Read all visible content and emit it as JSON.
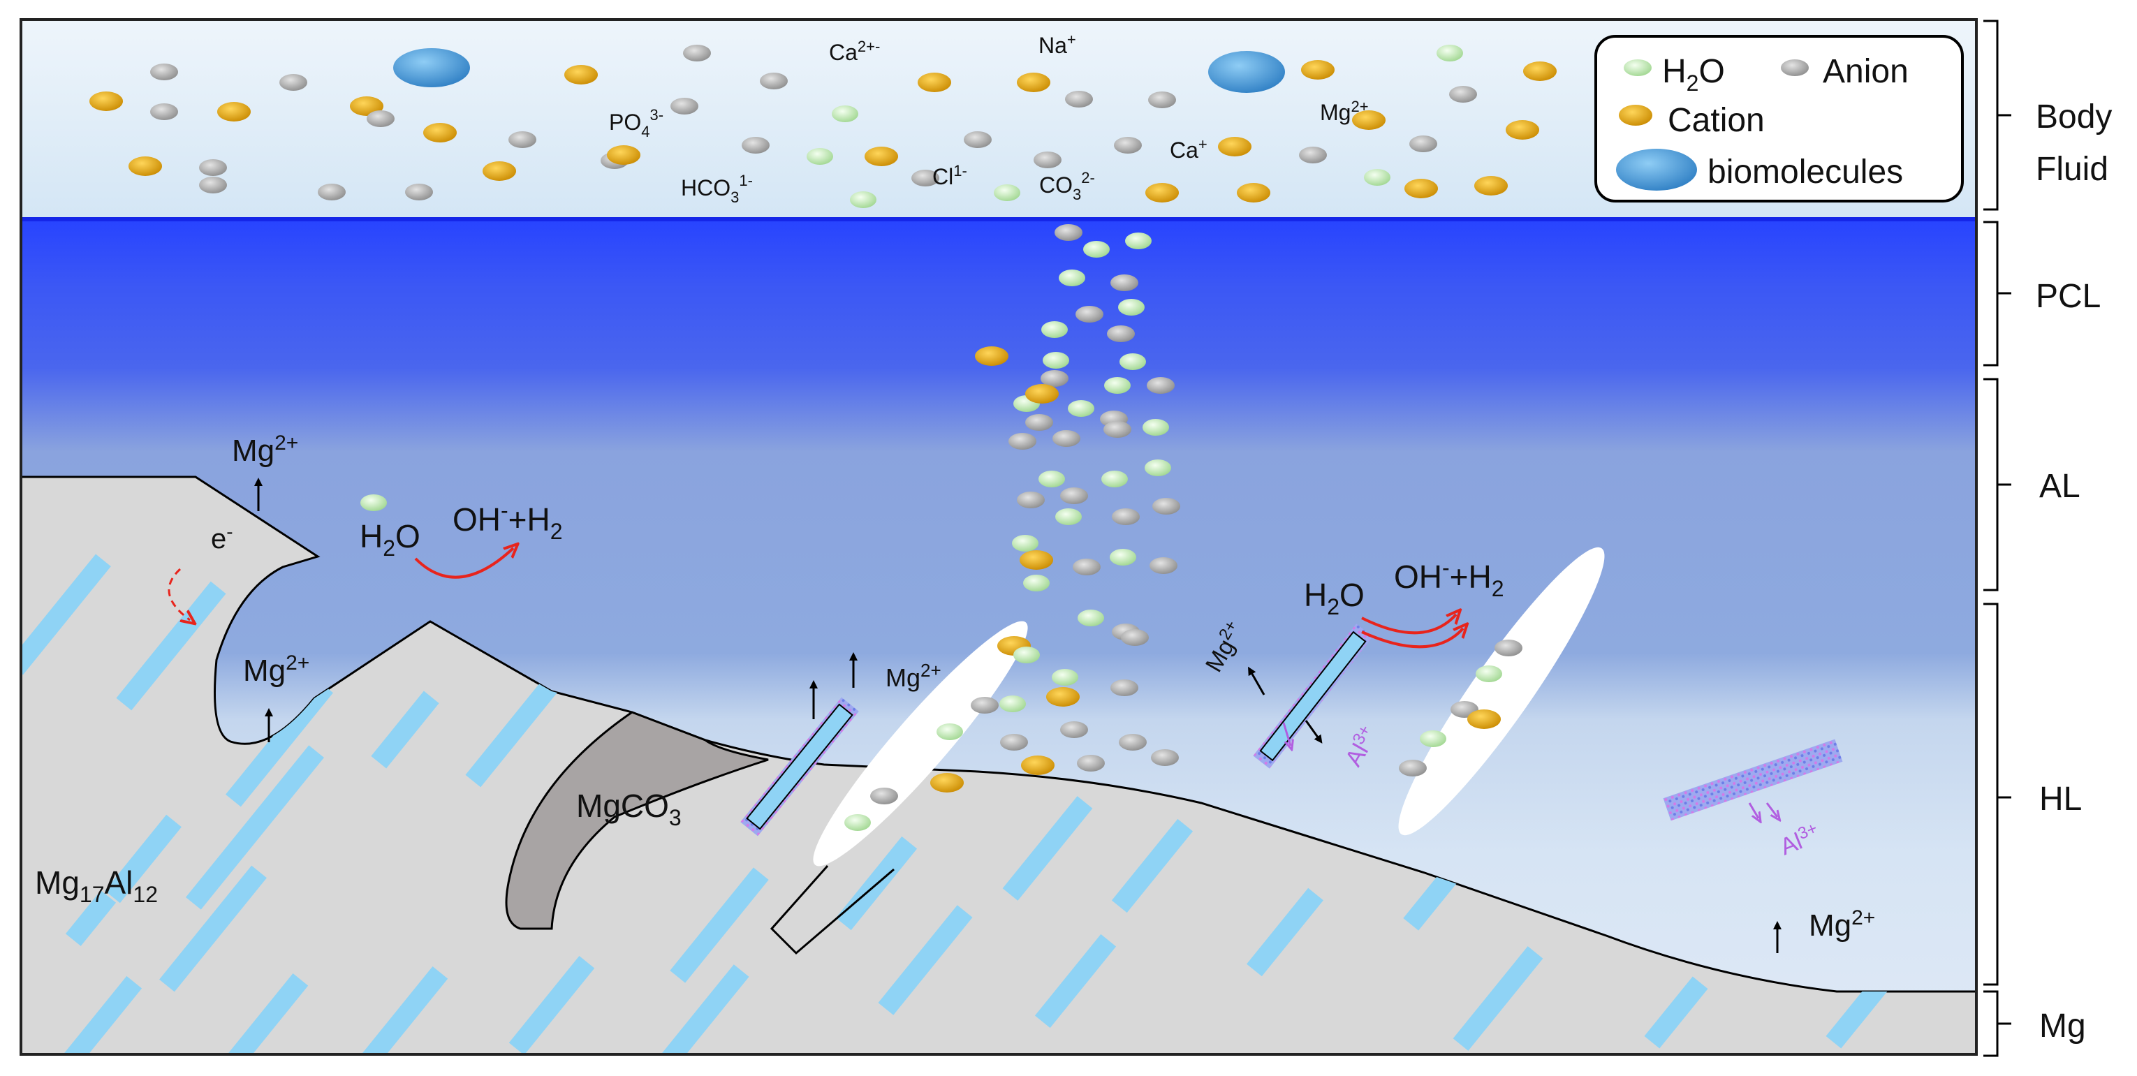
{
  "legend": {
    "water": "H",
    "water_sub": "2",
    "water_end": "O",
    "anion": "Anion",
    "cation": "Cation",
    "biomolecules": "biomolecules"
  },
  "layers": {
    "body_fluid_1": "Body",
    "body_fluid_2": "Fluid",
    "pcl": "PCL",
    "al": "AL",
    "hl": "HL",
    "mg": "Mg"
  },
  "ions": {
    "ca": "Ca",
    "ca_sup": "2+-",
    "na": "Na",
    "na_sup": "+",
    "po4": "PO",
    "po4_sub": "4",
    "po4_sup": "3-",
    "hco3": "HCO",
    "hco3_sub": "3",
    "hco3_sup": "1-",
    "cl": "Cl",
    "cl_sup": "1-",
    "co3": "CO",
    "co3_sub": "3",
    "co3_sup": "2-",
    "ca_plus": "Ca",
    "ca_plus_sup": "+",
    "mg_top": "Mg",
    "mg_top_sup": "2+"
  },
  "reactions": {
    "h2o_left": "H",
    "h2o_left_sub": "2",
    "h2o_left_end": "O",
    "oh_left": "OH",
    "oh_left_sup": "-",
    "oh_left_end": "+H",
    "oh_left_sub": "2",
    "h2o_right": "H",
    "h2o_right_sub": "2",
    "h2o_right_end": "O",
    "oh_right": "OH",
    "oh_right_sup": "-",
    "oh_right_end": "+H",
    "oh_right_sub": "2"
  },
  "labels": {
    "mg_a": "Mg",
    "mg_a_sup": "2+",
    "mg_b": "Mg",
    "mg_b_sup": "2+",
    "mg_c": "Mg",
    "mg_c_sup": "2+",
    "mg_d": "Mg",
    "mg_d_sup": "2+",
    "mg_e": "Mg",
    "mg_e_sup": "2+",
    "electron": "e",
    "electron_sup": "-",
    "mgco3": "MgCO",
    "mgco3_sub": "3",
    "phase": "Mg",
    "phase_sub1": "17",
    "phase_mid": "Al",
    "phase_sub2": "12",
    "al1": "Al",
    "al1_sup": "3+",
    "al2": "Al",
    "al2_sup": "3+"
  },
  "colors": {
    "cation": "#e8a812",
    "anion": "#a8a8a8",
    "water": "#bfe6b0",
    "biomolecule": "#4a9fd8",
    "phase": "#8fd3f5",
    "substrate": "#d8d8d8",
    "mgco3": "#a8a4a4",
    "pcl_blue": "#1f37f0",
    "arrow_red": "#e8241c",
    "al_ion": "#b15ee0"
  }
}
